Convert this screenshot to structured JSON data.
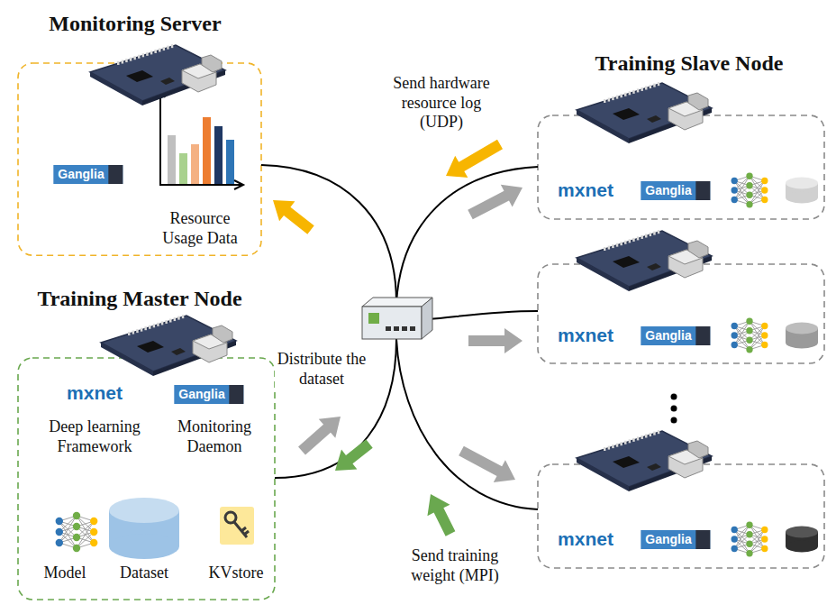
{
  "diagram": {
    "nodes": [
      {
        "text": [
          "Monitoring Server",
          "Ganglia",
          "Resource Usage Data"
        ]
      },
      {
        "text": [
          "Training Master Node",
          "mxnet",
          "Deep learning Framework",
          "Ganglia",
          "Monitoring Daemon",
          "Model",
          "Dataset",
          "KVstore"
        ]
      },
      {
        "text": [
          "Training Slave Node",
          "mxnet",
          "Ganglia"
        ]
      },
      {
        "text": [
          "mxnet",
          "Ganglia"
        ]
      },
      {
        "text": [
          "mxnet",
          "Ganglia"
        ]
      }
    ],
    "labels": [
      "Send hardware resource log (UDP)",
      "Distribute the dataset",
      "Send training weight (MPI)"
    ]
  }
}
